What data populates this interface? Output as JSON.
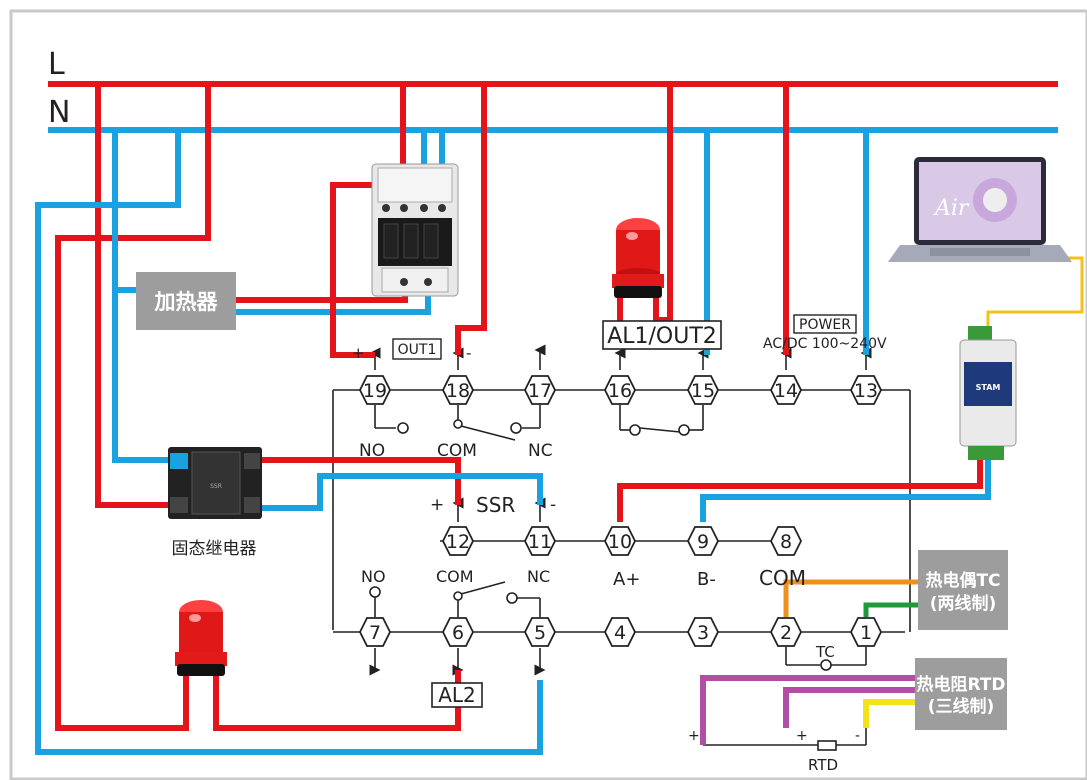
{
  "lines": {
    "live": "L",
    "neutral": "N"
  },
  "terminals": {
    "t19": "19",
    "t18": "18",
    "t17": "17",
    "t16": "16",
    "t15": "15",
    "t14": "14",
    "t13": "13",
    "t12": "12",
    "t11": "11",
    "t10": "10",
    "t9": "9",
    "t8": "8",
    "t7": "7",
    "t6": "6",
    "t5": "5",
    "t4": "4",
    "t3": "3",
    "t2": "2",
    "t1": "1"
  },
  "labels": {
    "out1": "OUT1",
    "al1_out2": "AL1/OUT2",
    "power": "POWER",
    "power_spec": "AC/DC 100~240V",
    "plus": "+",
    "minus": "-",
    "no": "NO",
    "com": "COM",
    "nc": "NC",
    "ssr": "SSR",
    "a_plus": "A+",
    "b_minus": "B-",
    "com_rs485": "COM",
    "al2": "AL2",
    "tc": "TC",
    "rtd": "RTD"
  },
  "devices": {
    "heater": "加热器",
    "ssr_relay": "固态继电器",
    "thermocouple": "热电偶TC",
    "thermocouple_note": "(两线制)",
    "rtd_sensor": "热电阻RTD",
    "rtd_note": "(三线制)"
  },
  "colors": {
    "live": "#e3151a",
    "neutral": "#1aa1e0",
    "tc_wire": "#f0901c",
    "tc_wire2": "#1f9a3a",
    "rtd_wire": "#b04fa5",
    "rtd_wire2": "#f3e21a"
  },
  "icons": [
    "contactor-icon",
    "alarm-lamp-icon",
    "laptop-icon",
    "rs485-converter-icon",
    "ssr-module-icon"
  ]
}
